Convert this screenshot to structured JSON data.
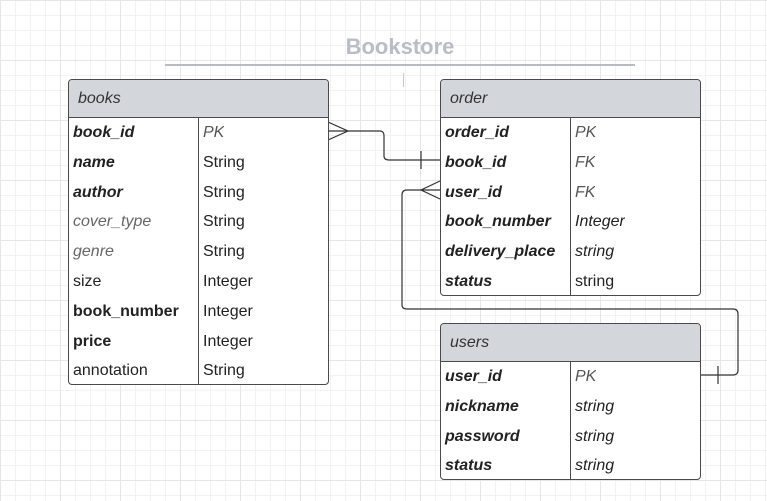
{
  "title": "Bookstore",
  "tables": {
    "books": {
      "name": "books",
      "rows": [
        {
          "field": "book_id",
          "type": "PK",
          "bold": true,
          "italic": true,
          "typeItalic": true
        },
        {
          "field": "name",
          "type": "String",
          "bold": true,
          "italic": true
        },
        {
          "field": "author",
          "type": "String",
          "bold": true,
          "italic": true
        },
        {
          "field": "cover_type",
          "type": "String",
          "italic": true,
          "muted": true
        },
        {
          "field": "genre",
          "type": "String",
          "italic": true,
          "muted": true
        },
        {
          "field": "size",
          "type": "Integer"
        },
        {
          "field": "book_number",
          "type": "Integer",
          "bold": true
        },
        {
          "field": "price",
          "type": "Integer",
          "bold": true
        },
        {
          "field": "annotation",
          "type": "String"
        }
      ]
    },
    "order": {
      "name": "order",
      "rows": [
        {
          "field": "order_id",
          "type": "PK",
          "bold": true,
          "italic": true,
          "typeItalic": true
        },
        {
          "field": "book_id",
          "type": "FK",
          "bold": true,
          "italic": true,
          "typeItalic": true
        },
        {
          "field": "user_id",
          "type": "FK",
          "bold": true,
          "italic": true,
          "typeItalic": true
        },
        {
          "field": "book_number",
          "type": "Integer",
          "bold": true,
          "italic": true,
          "typeItalic": true
        },
        {
          "field": "delivery_place",
          "type": "string",
          "bold": true,
          "italic": true,
          "typeItalic": true
        },
        {
          "field": "status",
          "type": "string",
          "bold": true,
          "italic": true
        }
      ]
    },
    "users": {
      "name": "users",
      "rows": [
        {
          "field": "user_id",
          "type": "PK",
          "bold": true,
          "italic": true,
          "typeItalic": true
        },
        {
          "field": "nickname",
          "type": "string",
          "bold": true,
          "italic": true,
          "typeItalic": true
        },
        {
          "field": "password",
          "type": "string",
          "bold": true,
          "italic": true,
          "typeItalic": true
        },
        {
          "field": "status",
          "type": "string",
          "bold": true,
          "italic": true,
          "typeItalic": true
        }
      ]
    }
  },
  "colors": {
    "header": "#d3d6db",
    "border": "#4a4a4a",
    "title": "#b8bec6",
    "connector": "#333333"
  },
  "relationships": [
    {
      "from": "books.book_id",
      "to": "order.book_id",
      "from_end": "many",
      "to_end": "one"
    },
    {
      "from": "order.user_id",
      "to": "users.user_id",
      "from_end": "many",
      "to_end": "one"
    }
  ]
}
